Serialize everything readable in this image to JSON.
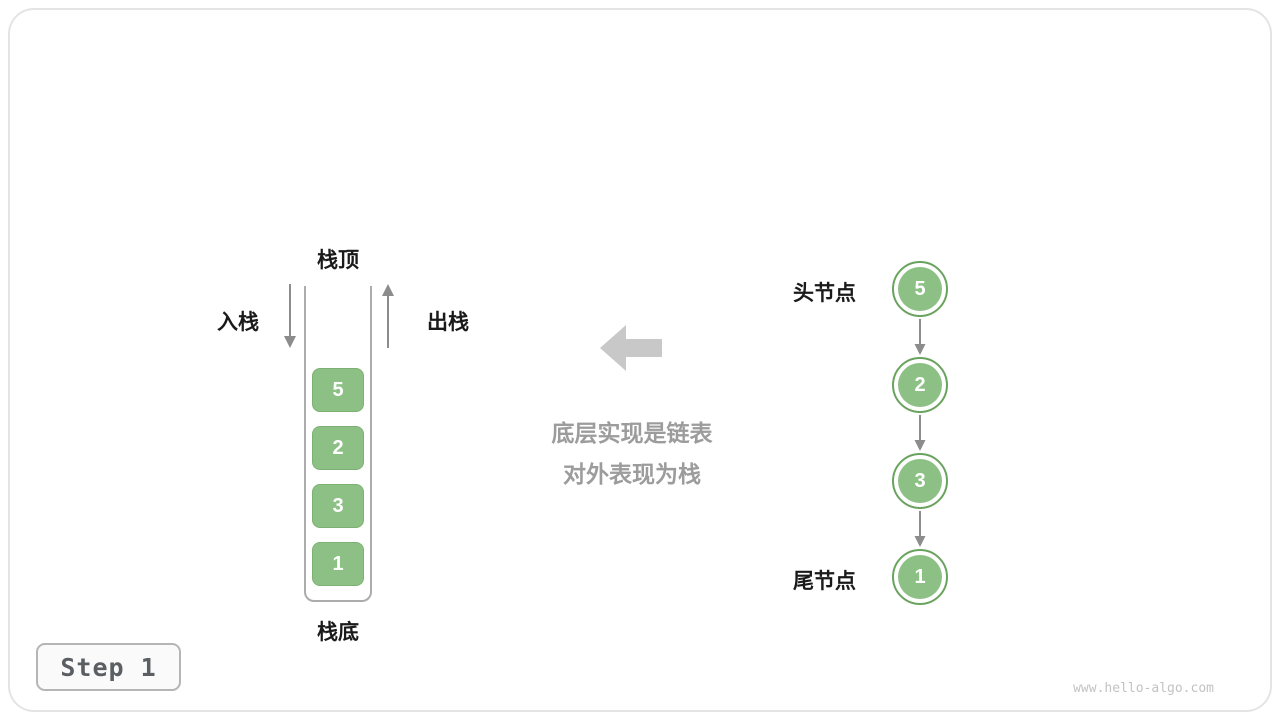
{
  "stack": {
    "top_label": "栈顶",
    "bottom_label": "栈底",
    "push_label": "入栈",
    "pop_label": "出栈",
    "items": [
      "5",
      "2",
      "3",
      "1"
    ]
  },
  "caption": {
    "line1": "底层实现是链表",
    "line2": "对外表现为栈"
  },
  "linked_list": {
    "head_label": "头节点",
    "tail_label": "尾节点",
    "nodes": [
      "5",
      "2",
      "3",
      "1"
    ]
  },
  "footer": {
    "step_label": "Step 1",
    "watermark": "www.hello-algo.com"
  },
  "colors": {
    "node_green": "#8cc084",
    "node_border_green": "#69a35d",
    "arrow_gray": "#8c8c8c",
    "big_arrow_gray": "#c8c8c8",
    "caption_gray": "#9c9c9c"
  }
}
